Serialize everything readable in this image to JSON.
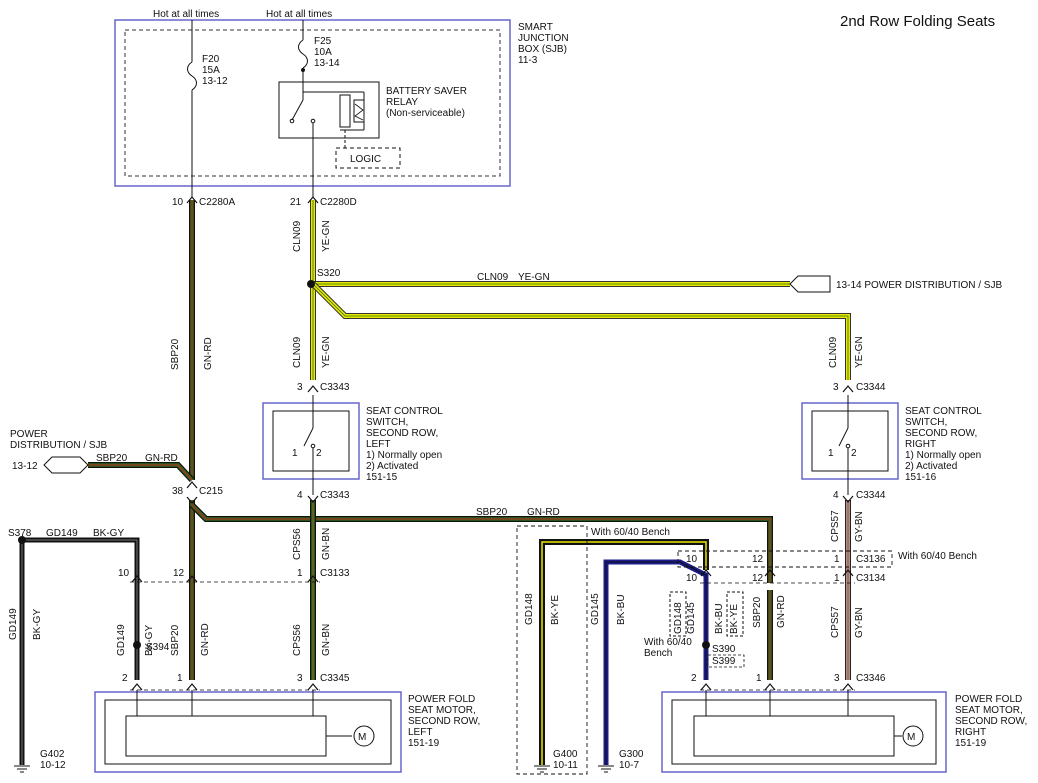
{
  "title": "2nd Row Folding Seats",
  "colors": {
    "gn_rd": "#2e6b1c",
    "ye_gn": "#e8e800",
    "gy_bn": "#9c7f7f",
    "bk_gy": "#202020",
    "bk_ye": "#202020",
    "bk_bu": "#1c1c8c",
    "box_border": "#6666cc"
  },
  "sjb": {
    "label": [
      "SMART",
      "JUNCTION",
      "BOX (SJB)",
      "11-3"
    ],
    "hot_left": "Hot at all times",
    "hot_right": "Hot at all times",
    "fuse_f20": [
      "F20",
      "15A",
      "13-12"
    ],
    "fuse_f25": [
      "F25",
      "10A",
      "13-14"
    ],
    "relay": [
      "BATTERY SAVER",
      "RELAY",
      "(Non-serviceable)"
    ],
    "logic": "LOGIC"
  },
  "connectors": {
    "c2280a_pin": "10",
    "c2280a": "C2280A",
    "c2280d_pin": "21",
    "c2280d": "C2280D",
    "s320": "S320",
    "c3343_top_pin": "3",
    "c3343_top": "C3343",
    "c3343_bot_pin": "4",
    "c3343_bot": "C3343",
    "c3344_top_pin": "3",
    "c3344_top": "C3344",
    "c3344_bot_pin": "4",
    "c3344_bot": "C3344",
    "c215_pin": "38",
    "c215": "C215",
    "s378": "S378",
    "c3133": "C3133",
    "pin_10": "10",
    "pin_12": "12",
    "pin_1": "1",
    "c3136": "C3136",
    "c3134": "C3134",
    "with_bench_c3136": "With 60/40 Bench",
    "c3345": "C3345",
    "c3346": "C3346",
    "s394": "S394",
    "s390": "S390",
    "s399": "S399",
    "pin_2": "2",
    "pin_3": "3"
  },
  "wires": {
    "sbp20": "SBP20",
    "gn_rd": "GN-RD",
    "cln09": "CLN09",
    "ye_gn": "YE-GN",
    "cps56": "CPS56",
    "gn_bn": "GN-BN",
    "cps57": "CPS57",
    "gy_bn": "GY-BN",
    "gd149": "GD149",
    "bk_gy": "BK-GY",
    "gd148": "GD148",
    "bk_ye": "BK-YE",
    "gd145": "GD145",
    "bk_bu": "BK-BU"
  },
  "power_dist_right": "13-14  POWER DISTRIBUTION / SJB",
  "power_dist_left": [
    "POWER",
    "DISTRIBUTION / SJB"
  ],
  "power_dist_left_ref": "13-12",
  "switch_left": [
    "SEAT CONTROL",
    "SWITCH,",
    "SECOND ROW,",
    "LEFT",
    "1) Normally open",
    "2) Activated",
    "151-15"
  ],
  "switch_right": [
    "SEAT CONTROL",
    "SWITCH,",
    "SECOND ROW,",
    "RIGHT",
    "1) Normally open",
    "2) Activated",
    "151-16"
  ],
  "switch_pins": [
    "1",
    "2"
  ],
  "motor_left": [
    "POWER FOLD",
    "SEAT MOTOR,",
    "SECOND ROW,",
    "LEFT",
    "151-19"
  ],
  "motor_right": [
    "POWER FOLD",
    "SEAT MOTOR,",
    "SECOND ROW,",
    "RIGHT",
    "151-19"
  ],
  "motor_symbol": "M",
  "with_bench_top": "With 60/40 Bench",
  "with_bench_mid": [
    "With 60/40",
    "Bench"
  ],
  "grounds": {
    "g402": [
      "G402",
      "10-12"
    ],
    "g400": [
      "G400",
      "10-11"
    ],
    "g300": [
      "G300",
      "10-7"
    ]
  }
}
